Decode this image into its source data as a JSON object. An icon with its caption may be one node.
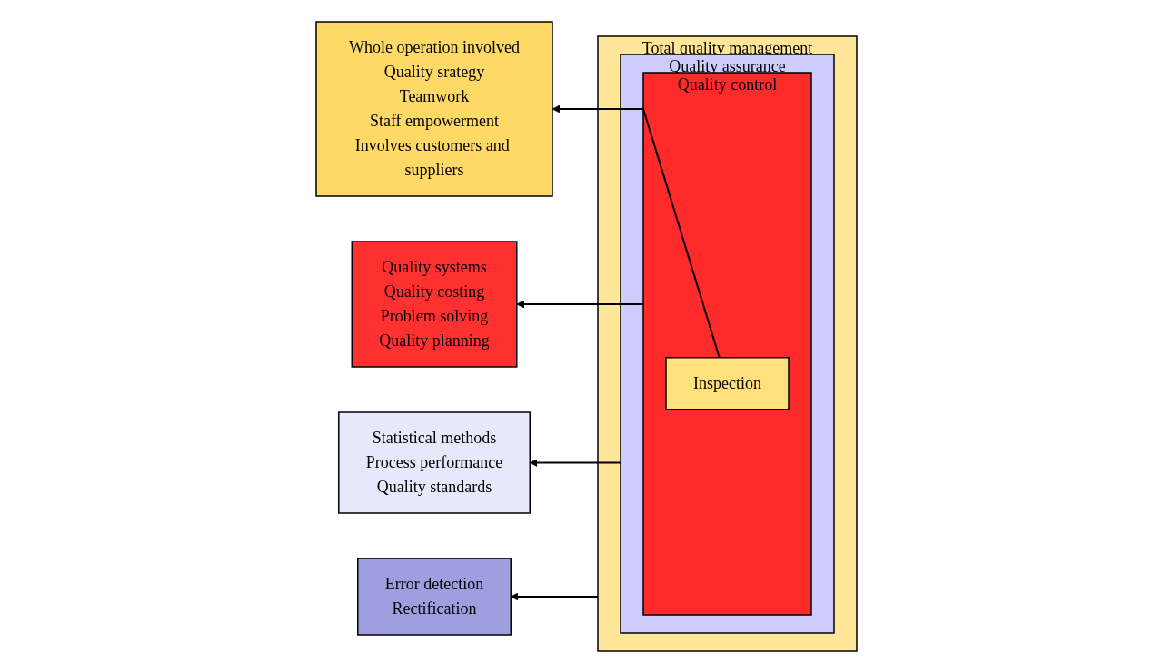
{
  "diagram": {
    "nodes": [
      {
        "text": [
          "Whole operation involved",
          "Quality srategy",
          "Teamwork",
          "Staff empowerment",
          "Involves customers and suppliers"
        ]
      },
      {
        "text": [
          "Quality systems",
          "Quality costing",
          "Problem solving",
          "Quality planning"
        ]
      },
      {
        "text": [
          "Statistical methods",
          "Process performance",
          "Quality standards"
        ]
      },
      {
        "text": [
          "Error detection",
          "Rectification"
        ]
      },
      {
        "text": [
          "Total quality management"
        ]
      },
      {
        "text": [
          "Quality assurance"
        ],
        "in": 4
      },
      {
        "text": [
          "Quality control"
        ],
        "in": 5
      },
      {
        "text": [
          "Inspection"
        ],
        "in": 6
      }
    ],
    "edges": [
      {
        "from": 7,
        "to": 0,
        "arrow": "to"
      },
      {
        "from": 6,
        "to": 1,
        "arrow": "to"
      },
      {
        "from": 5,
        "to": 2,
        "arrow": "to"
      },
      {
        "from": 4,
        "to": 3,
        "arrow": "to"
      }
    ]
  }
}
